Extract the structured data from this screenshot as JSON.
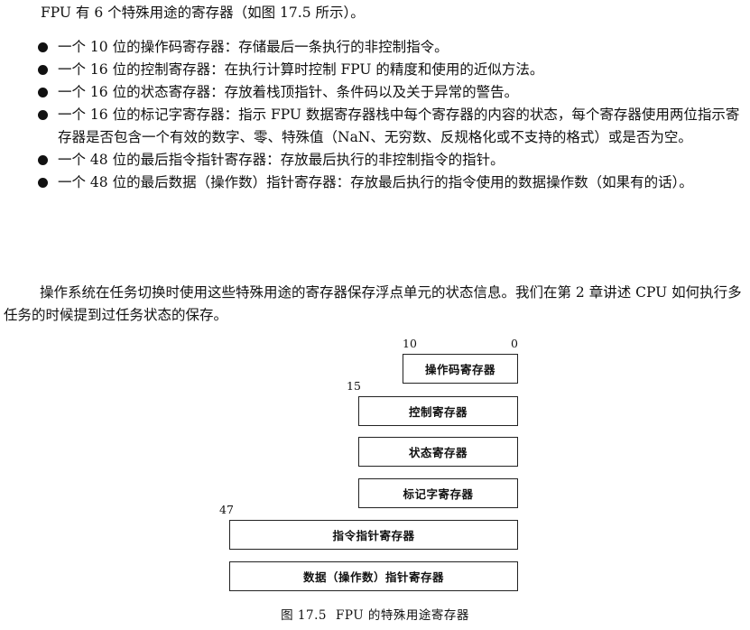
{
  "intro": "FPU 有 6 个特殊用途的寄存器（如图 17.5 所示）。",
  "bullets": [
    "一个 10 位的操作码寄存器：存储最后一条执行的非控制指令。",
    "一个 16 位的控制寄存器：在执行计算时控制 FPU 的精度和使用的近似方法。",
    "一个 16 位的状态寄存器：存放着栈顶指针、条件码以及关于异常的警告。",
    "一个 16 位的标记字寄存器：指示 FPU 数据寄存器栈中每个寄存器的内容的状态，每个寄存器使用两位指示寄存器是否包含一个有效的数字、零、特殊值（NaN、无穷数、反规格化或不支持的格式）或是否为空。",
    "一个 48 位的最后指令指针寄存器：存放最后执行的非控制指令的指针。",
    "一个 48 位的最后数据（操作数）指针寄存器：存放最后执行的指令使用的数据操作数（如果有的话）。"
  ],
  "paragraph": "操作系统在任务切换时使用这些特殊用途的寄存器保存浮点单元的状态信息。我们在第 2 章讲述 CPU 如何执行多任务的时候提到过任务状态的保存。",
  "figure": {
    "bit_labels": {
      "bit10": "10",
      "bit0": "0",
      "bit15": "15",
      "bit47": "47"
    },
    "registers": {
      "opcode": "操作码寄存器",
      "control": "控制寄存器",
      "status": "状态寄存器",
      "tag": "标记字寄存器",
      "instruction_pointer": "指令指针寄存器",
      "data_pointer": "数据（操作数）指针寄存器"
    },
    "caption_number": "图 17.5",
    "caption_title": "FPU 的特殊用途寄存器"
  }
}
